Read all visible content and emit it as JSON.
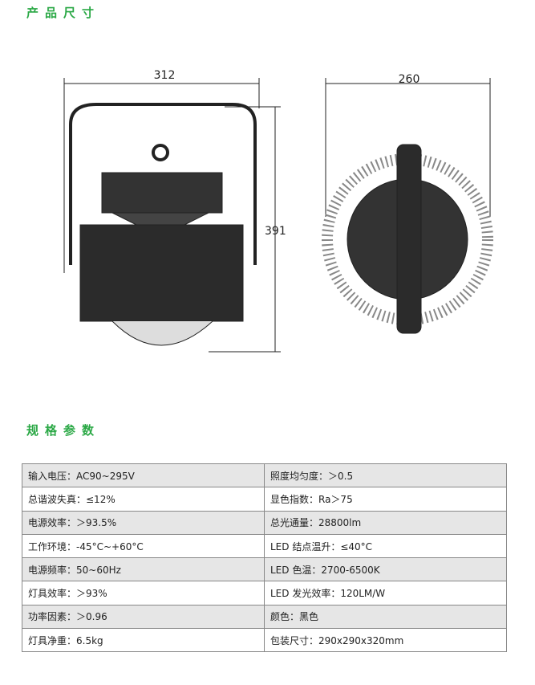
{
  "sections": {
    "dimensions": "产品尺寸",
    "specs": "规格参数"
  },
  "dimensions": {
    "width_front": "312",
    "height": "391",
    "width_side": "260"
  },
  "specs": [
    [
      "输入电压：AC90~295V",
      "照度均匀度：＞0.5"
    ],
    [
      "总谐波失真：≤12%",
      "显色指数：Ra＞75"
    ],
    [
      "电源效率：＞93.5%",
      "总光通量：28800lm"
    ],
    [
      "工作环境：-45°C~+60°C",
      "LED 结点温升：≤40°C"
    ],
    [
      "电源频率：50~60Hz",
      "LED 色温：2700-6500K"
    ],
    [
      "灯具效率：＞93%",
      "LED 发光效率：120LM/W"
    ],
    [
      "功率因素：＞0.96",
      "颜色：黑色"
    ],
    [
      "灯具净重：6.5kg",
      "包装尺寸：290x290x320mm"
    ]
  ]
}
